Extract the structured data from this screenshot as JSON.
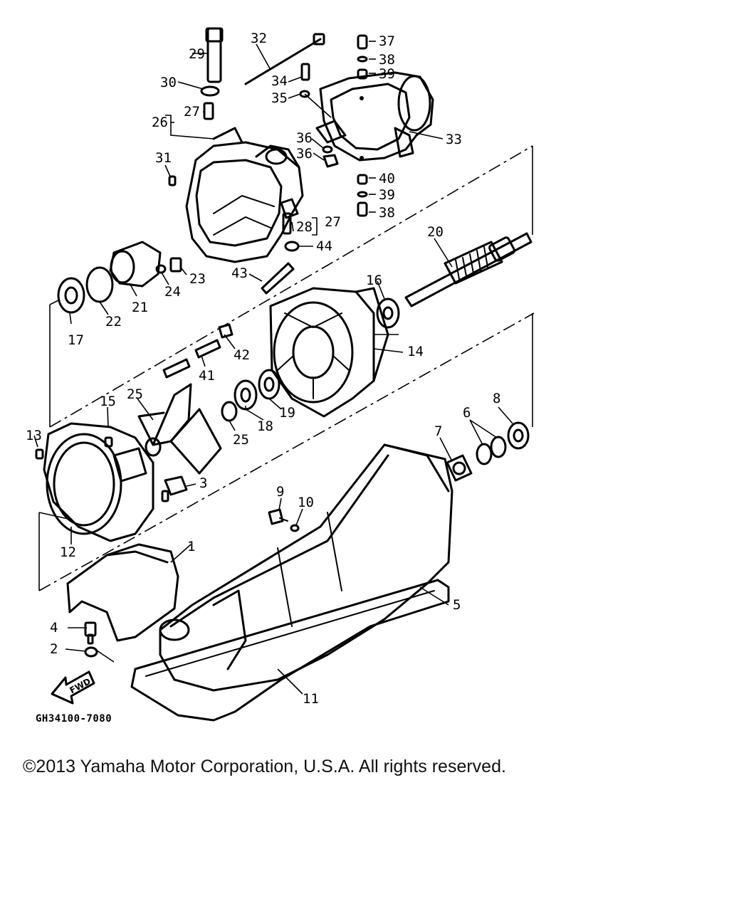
{
  "diagram": {
    "drawing_code": "GH34100-7080",
    "direction_label": "FWD",
    "labels": [
      {
        "id": "1",
        "text": "1"
      },
      {
        "id": "2",
        "text": "2"
      },
      {
        "id": "3",
        "text": "3"
      },
      {
        "id": "4",
        "text": "4"
      },
      {
        "id": "5",
        "text": "5"
      },
      {
        "id": "6",
        "text": "6"
      },
      {
        "id": "7",
        "text": "7"
      },
      {
        "id": "8",
        "text": "8"
      },
      {
        "id": "9",
        "text": "9"
      },
      {
        "id": "10",
        "text": "10"
      },
      {
        "id": "11",
        "text": "11"
      },
      {
        "id": "12",
        "text": "12"
      },
      {
        "id": "13",
        "text": "13"
      },
      {
        "id": "14",
        "text": "14"
      },
      {
        "id": "15",
        "text": "15"
      },
      {
        "id": "16",
        "text": "16"
      },
      {
        "id": "17",
        "text": "17"
      },
      {
        "id": "18",
        "text": "18"
      },
      {
        "id": "19",
        "text": "19"
      },
      {
        "id": "20",
        "text": "20"
      },
      {
        "id": "21",
        "text": "21"
      },
      {
        "id": "22",
        "text": "22"
      },
      {
        "id": "23",
        "text": "23"
      },
      {
        "id": "24",
        "text": "24"
      },
      {
        "id": "25",
        "text": "25"
      },
      {
        "id": "26",
        "text": "26"
      },
      {
        "id": "27a",
        "text": "27"
      },
      {
        "id": "27b",
        "text": "27"
      },
      {
        "id": "28",
        "text": "28"
      },
      {
        "id": "29",
        "text": "29"
      },
      {
        "id": "30",
        "text": "30"
      },
      {
        "id": "31",
        "text": "31"
      },
      {
        "id": "32",
        "text": "32"
      },
      {
        "id": "33",
        "text": "33"
      },
      {
        "id": "34",
        "text": "34"
      },
      {
        "id": "35",
        "text": "35"
      },
      {
        "id": "36a",
        "text": "36"
      },
      {
        "id": "36b",
        "text": "36"
      },
      {
        "id": "37",
        "text": "37"
      },
      {
        "id": "38a",
        "text": "38"
      },
      {
        "id": "38b",
        "text": "38"
      },
      {
        "id": "39a",
        "text": "39"
      },
      {
        "id": "39b",
        "text": "39"
      },
      {
        "id": "40a",
        "text": "40"
      },
      {
        "id": "40b",
        "text": "40"
      },
      {
        "id": "41",
        "text": "41"
      },
      {
        "id": "42",
        "text": "42"
      },
      {
        "id": "43",
        "text": "43"
      },
      {
        "id": "44",
        "text": "44"
      }
    ]
  },
  "footer": {
    "copyright": "©2013 Yamaha Motor Corporation, U.S.A. All rights reserved."
  }
}
